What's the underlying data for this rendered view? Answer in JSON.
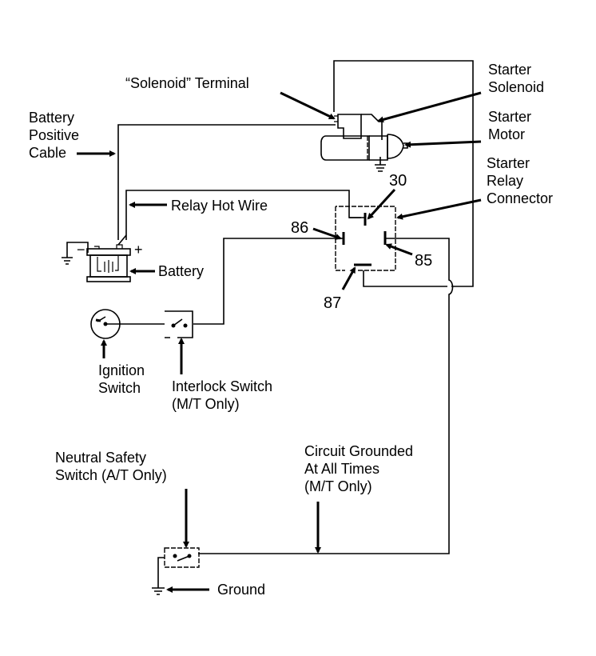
{
  "diagram": {
    "title": "Starter Circuit Wiring Diagram",
    "labels": {
      "solenoid_terminal": "“Solenoid” Terminal",
      "starter_solenoid": [
        "Starter",
        "Solenoid"
      ],
      "starter_motor": [
        "Starter",
        "Motor"
      ],
      "starter_relay_connector": [
        "Starter",
        "Relay",
        "Connector"
      ],
      "battery_positive_cable": [
        "Battery",
        "Positive",
        "Cable"
      ],
      "relay_hot_wire": "Relay Hot Wire",
      "battery": "Battery",
      "battery_plus": "+",
      "battery_minus": "−",
      "ignition_switch": [
        "Ignition",
        "Switch"
      ],
      "interlock_switch": [
        "Interlock Switch",
        "(M/T Only)"
      ],
      "neutral_safety_switch": [
        "Neutral Safety",
        "Switch (A/T Only)"
      ],
      "circuit_grounded": [
        "Circuit Grounded",
        "At All Times",
        "(M/T Only)"
      ],
      "ground": "Ground"
    },
    "relay_terminals": {
      "t30": "30",
      "t86": "86",
      "t85": "85",
      "t87": "87"
    },
    "components": [
      {
        "id": "battery",
        "icon": "battery-icon"
      },
      {
        "id": "starter-solenoid",
        "icon": "solenoid-icon"
      },
      {
        "id": "starter-motor",
        "icon": "motor-icon"
      },
      {
        "id": "starter-relay",
        "icon": "relay-icon"
      },
      {
        "id": "ignition-switch",
        "icon": "switch-icon"
      },
      {
        "id": "interlock-switch",
        "icon": "switch-icon"
      },
      {
        "id": "neutral-safety-switch",
        "icon": "switch-icon"
      },
      {
        "id": "ground",
        "icon": "ground-icon"
      }
    ]
  }
}
